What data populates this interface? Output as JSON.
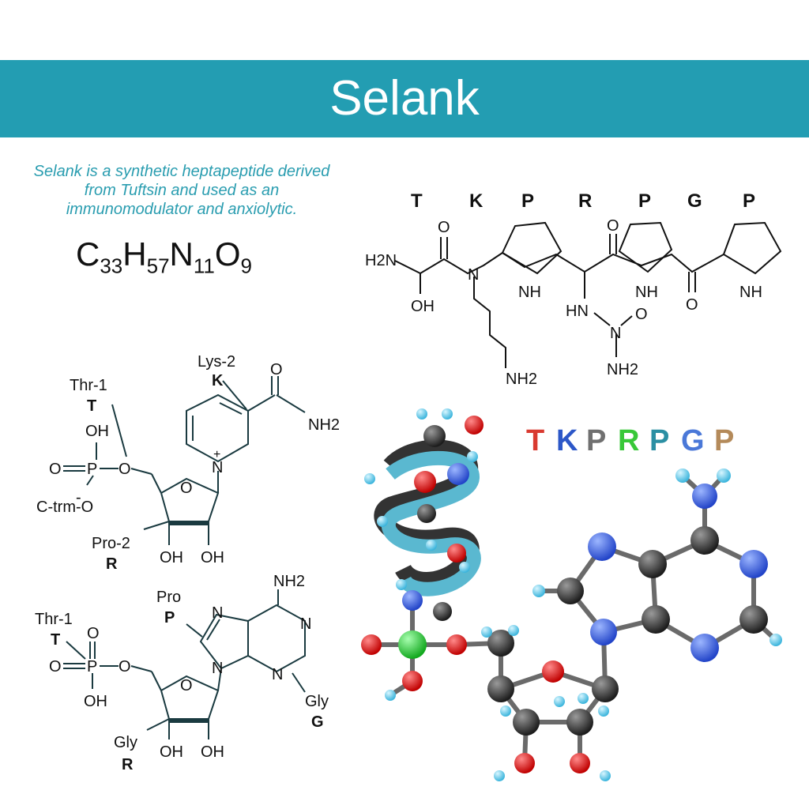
{
  "header": {
    "title": "Selank"
  },
  "description": "Selank is a synthetic heptapeptide derived from Tuftsin and used as an immunomodulator and anxiolytic.",
  "formula": {
    "C": "33",
    "H": "57",
    "N": "11",
    "O": "9",
    "c_sym": "C",
    "h_sym": "H",
    "n_sym": "N",
    "o_sym": "O"
  },
  "peptide": {
    "residue_letters": [
      "T",
      "K",
      "P",
      "R",
      "P",
      "G",
      "P"
    ],
    "atoms": {
      "h2n": "H2N",
      "oh": "OH",
      "n": "N",
      "nh": "NH",
      "hn": "HN",
      "o": "O",
      "nh2": "NH2",
      "n_eq": "N"
    }
  },
  "sequence": {
    "letters": [
      {
        "t": "T",
        "color": "#d93a30"
      },
      {
        "t": "K",
        "color": "#2c57c8"
      },
      {
        "t": "P",
        "color": "#707070"
      },
      {
        "t": "R",
        "color": "#38c838"
      },
      {
        "t": "P",
        "color": "#2b8fa3"
      },
      {
        "t": "G",
        "color": "#4a78d8"
      },
      {
        "t": "P",
        "color": "#b48a5a"
      }
    ]
  },
  "nucleotide1": {
    "labels": {
      "thr": "Thr-1",
      "thr_letter": "T",
      "lys": "Lys-2",
      "lys_letter": "K",
      "pro": "Pro-2",
      "pro_letter": "R",
      "ctrm": "C-trm-O"
    },
    "atoms": {
      "oh": "OH",
      "o": "O",
      "p": "P",
      "n_plus": "N",
      "plus": "+",
      "nh2": "NH2",
      "minus": "-"
    }
  },
  "nucleotide2": {
    "labels": {
      "thr": "Thr-1",
      "thr_letter": "T",
      "pro": "Pro",
      "pro_letter": "P",
      "gly1": "Gly",
      "gly1_letter": "G",
      "gly2": "Gly",
      "gly2_letter": "R"
    },
    "atoms": {
      "oh": "OH",
      "o": "O",
      "p": "P",
      "n": "N",
      "nh2": "NH2"
    }
  },
  "model3d": {
    "colors": {
      "carbon": "#2a2a2a",
      "nitrogen": "#3a63e0",
      "oxygen": "#e01a1a",
      "hydrogen": "#5cc8e8",
      "phosphorus": "#2ccf3c",
      "ribbon": "#5ab8d0"
    }
  }
}
